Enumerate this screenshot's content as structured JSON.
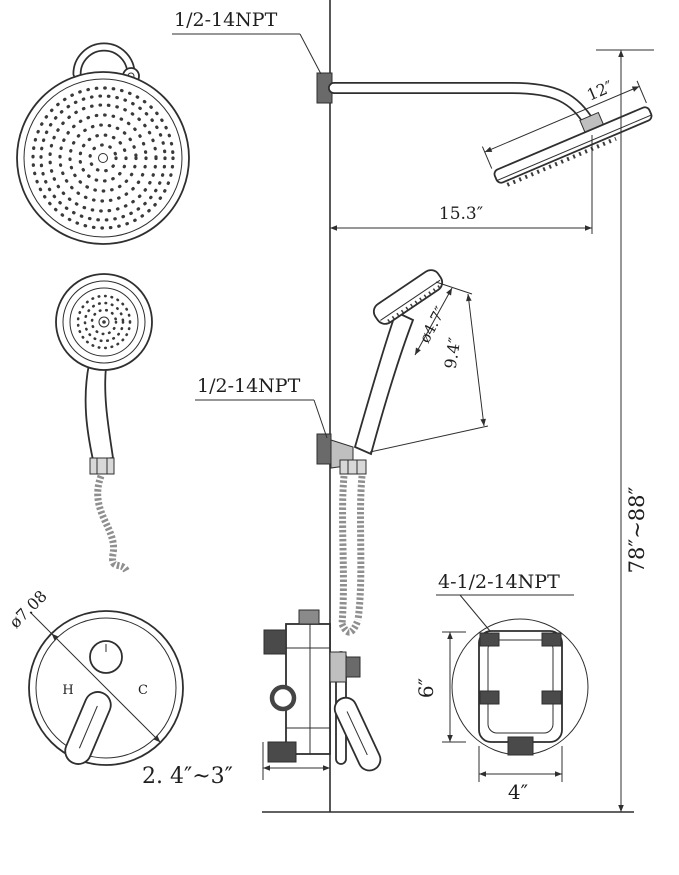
{
  "colors": {
    "ink": "#2f2f2f",
    "dark_fill": "#4a4a4a",
    "background": "#ffffff"
  },
  "diagram": {
    "annotations": {
      "rain_arm_npt": "1/2-14NPT",
      "rain_head_width": "12″",
      "rain_arm_length": "15.3″",
      "hand_head_diameter": "ø4.7″",
      "hand_shower_length": "9.4″",
      "hand_bracket_npt": "1/2-14NPT",
      "install_height": "78″~88″",
      "valve_ports_npt": "4-1/2-14NPT",
      "trim_plate_diameter": "ø7.08",
      "hot_label": "H",
      "cold_label": "C",
      "valve_height": "6″",
      "rough_in_depth": "2. 4″~3″",
      "valve_width": "4″"
    }
  }
}
